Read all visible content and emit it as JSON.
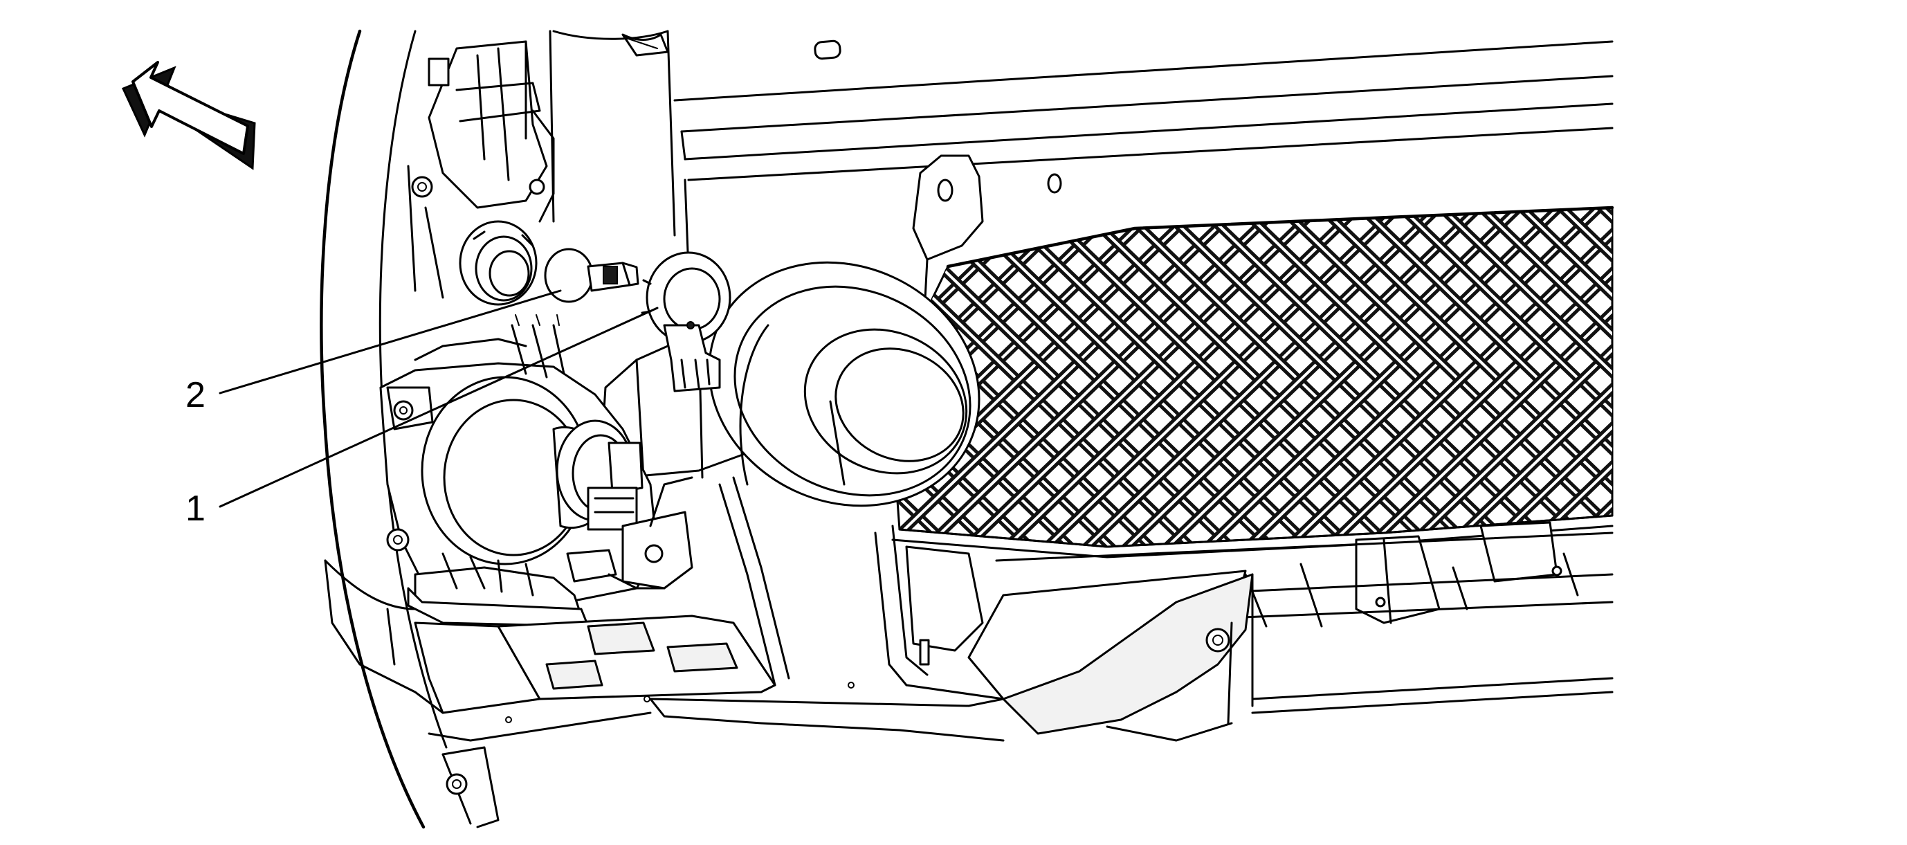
{
  "callouts": [
    {
      "id": "1",
      "label": "1"
    },
    {
      "id": "2",
      "label": "2"
    }
  ],
  "icons": {
    "direction_arrow": "forward-direction-arrow-icon"
  },
  "colors": {
    "ink": "#000000",
    "background": "#ffffff"
  }
}
